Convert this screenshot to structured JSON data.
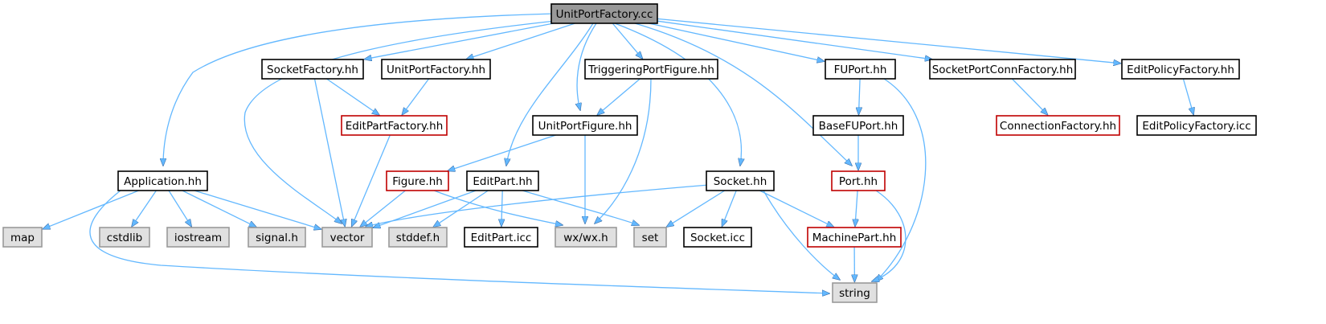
{
  "graph": {
    "colors": {
      "edge": "#63b8ff",
      "arrow": "#63b8ff",
      "root_fill": "#999999",
      "node_fill": "#ffffff",
      "system_fill": "#e0e0e0",
      "node_border": "#000000",
      "incomplete_border": "#c00000",
      "system_border": "#999999"
    },
    "nodes": [
      {
        "id": "unitportfactory_cc",
        "label": "UnitPortFactory.cc",
        "kind": "root"
      },
      {
        "id": "socketfactory_hh",
        "label": "SocketFactory.hh",
        "kind": "normal"
      },
      {
        "id": "unitportfactory_hh",
        "label": "UnitPortFactory.hh",
        "kind": "normal"
      },
      {
        "id": "triggeringportfigure_hh",
        "label": "TriggeringPortFigure.hh",
        "kind": "normal"
      },
      {
        "id": "fuport_hh",
        "label": "FUPort.hh",
        "kind": "normal"
      },
      {
        "id": "socketportconnfactory_hh",
        "label": "SocketPortConnFactory.hh",
        "kind": "normal"
      },
      {
        "id": "editpolicyfactory_hh",
        "label": "EditPolicyFactory.hh",
        "kind": "normal"
      },
      {
        "id": "editpartfactory_hh",
        "label": "EditPartFactory.hh",
        "kind": "incomplete"
      },
      {
        "id": "unitportfigure_hh",
        "label": "UnitPortFigure.hh",
        "kind": "normal"
      },
      {
        "id": "basefuport_hh",
        "label": "BaseFUPort.hh",
        "kind": "normal"
      },
      {
        "id": "connectionfactory_hh",
        "label": "ConnectionFactory.hh",
        "kind": "incomplete"
      },
      {
        "id": "editpolicyfactory_icc",
        "label": "EditPolicyFactory.icc",
        "kind": "normal"
      },
      {
        "id": "application_hh",
        "label": "Application.hh",
        "kind": "normal"
      },
      {
        "id": "figure_hh",
        "label": "Figure.hh",
        "kind": "incomplete"
      },
      {
        "id": "editpart_hh",
        "label": "EditPart.hh",
        "kind": "normal"
      },
      {
        "id": "socket_hh",
        "label": "Socket.hh",
        "kind": "normal"
      },
      {
        "id": "port_hh",
        "label": "Port.hh",
        "kind": "incomplete"
      },
      {
        "id": "map",
        "label": "map",
        "kind": "system"
      },
      {
        "id": "cstdlib",
        "label": "cstdlib",
        "kind": "system"
      },
      {
        "id": "iostream",
        "label": "iostream",
        "kind": "system"
      },
      {
        "id": "signal_h",
        "label": "signal.h",
        "kind": "system"
      },
      {
        "id": "vector",
        "label": "vector",
        "kind": "system"
      },
      {
        "id": "stddef_h",
        "label": "stddef.h",
        "kind": "system"
      },
      {
        "id": "editpart_icc",
        "label": "EditPart.icc",
        "kind": "normal"
      },
      {
        "id": "wx_wx_h",
        "label": "wx/wx.h",
        "kind": "system"
      },
      {
        "id": "set",
        "label": "set",
        "kind": "system"
      },
      {
        "id": "socket_icc",
        "label": "Socket.icc",
        "kind": "normal"
      },
      {
        "id": "machinepart_hh",
        "label": "MachinePart.hh",
        "kind": "incomplete"
      },
      {
        "id": "string",
        "label": "string",
        "kind": "system"
      }
    ],
    "edges": [
      [
        "unitportfactory_cc",
        "application_hh"
      ],
      [
        "unitportfactory_cc",
        "vector"
      ],
      [
        "unitportfactory_cc",
        "socketfactory_hh"
      ],
      [
        "unitportfactory_cc",
        "unitportfactory_hh"
      ],
      [
        "unitportfactory_cc",
        "editpart_hh"
      ],
      [
        "unitportfactory_cc",
        "unitportfigure_hh"
      ],
      [
        "unitportfactory_cc",
        "triggeringportfigure_hh"
      ],
      [
        "unitportfactory_cc",
        "socket_hh"
      ],
      [
        "unitportfactory_cc",
        "port_hh"
      ],
      [
        "unitportfactory_cc",
        "fuport_hh"
      ],
      [
        "unitportfactory_cc",
        "socketportconnfactory_hh"
      ],
      [
        "unitportfactory_cc",
        "editpolicyfactory_hh"
      ],
      [
        "socketfactory_hh",
        "editpartfactory_hh"
      ],
      [
        "socketfactory_hh",
        "vector"
      ],
      [
        "unitportfactory_hh",
        "editpartfactory_hh"
      ],
      [
        "editpartfactory_hh",
        "vector"
      ],
      [
        "triggeringportfigure_hh",
        "unitportfigure_hh"
      ],
      [
        "triggeringportfigure_hh",
        "wx_wx_h"
      ],
      [
        "unitportfigure_hh",
        "figure_hh"
      ],
      [
        "unitportfigure_hh",
        "wx_wx_h"
      ],
      [
        "fuport_hh",
        "basefuport_hh"
      ],
      [
        "fuport_hh",
        "string"
      ],
      [
        "basefuport_hh",
        "port_hh"
      ],
      [
        "socketportconnfactory_hh",
        "connectionfactory_hh"
      ],
      [
        "editpolicyfactory_hh",
        "editpolicyfactory_icc"
      ],
      [
        "application_hh",
        "map"
      ],
      [
        "application_hh",
        "cstdlib"
      ],
      [
        "application_hh",
        "iostream"
      ],
      [
        "application_hh",
        "signal_h"
      ],
      [
        "application_hh",
        "vector"
      ],
      [
        "application_hh",
        "string"
      ],
      [
        "figure_hh",
        "vector"
      ],
      [
        "figure_hh",
        "wx_wx_h"
      ],
      [
        "editpart_hh",
        "vector"
      ],
      [
        "editpart_hh",
        "stddef_h"
      ],
      [
        "editpart_hh",
        "editpart_icc"
      ],
      [
        "editpart_hh",
        "set"
      ],
      [
        "socket_hh",
        "vector"
      ],
      [
        "socket_hh",
        "set"
      ],
      [
        "socket_hh",
        "socket_icc"
      ],
      [
        "socket_hh",
        "machinepart_hh"
      ],
      [
        "socket_hh",
        "string"
      ],
      [
        "port_hh",
        "machinepart_hh"
      ],
      [
        "port_hh",
        "string"
      ],
      [
        "machinepart_hh",
        "string"
      ]
    ]
  }
}
